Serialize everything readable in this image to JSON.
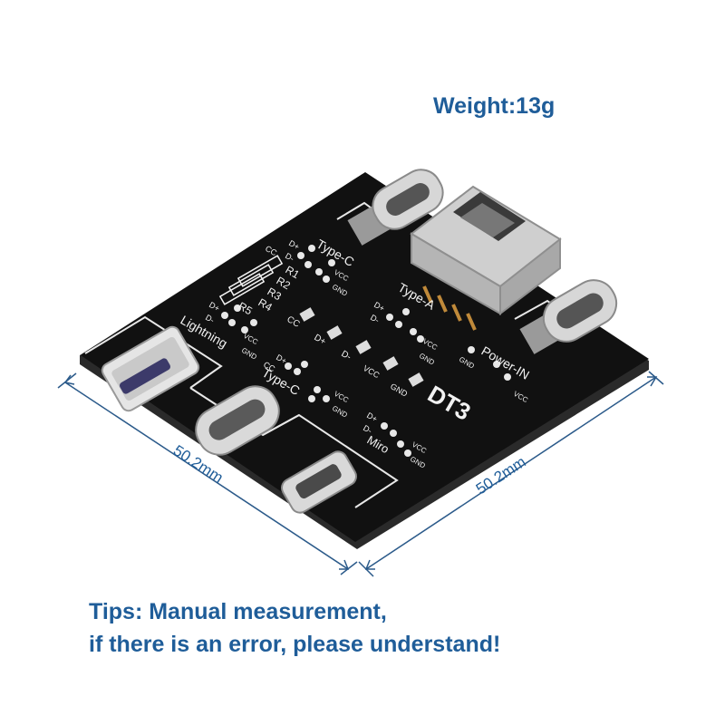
{
  "weight_label": "Weight:13g",
  "tips": {
    "line1": "Tips: Manual measurement,",
    "line2": "if there is an error, please understand!"
  },
  "dimensions": {
    "left_label": "50.2mm",
    "right_label": "50.2mm"
  },
  "board": {
    "name": "DT3",
    "ports": {
      "type_c_top": "Type-C",
      "type_a": "Type-A",
      "lightning": "Lightning",
      "type_c_mid": "Type-C",
      "micro": "Miro",
      "power_in": "Power-IN"
    },
    "pins": {
      "cc": "CC",
      "dplus": "D+",
      "dminus": "D-",
      "vcc": "VCC",
      "gnd": "GND"
    },
    "resistors": [
      "R1",
      "R2",
      "R3",
      "R4",
      "R5"
    ]
  },
  "colors": {
    "text_blue": "#1f5d99",
    "dimension_line": "#2b5a8a",
    "board_black": "#111111",
    "silk_white": "#f2f2f2"
  }
}
